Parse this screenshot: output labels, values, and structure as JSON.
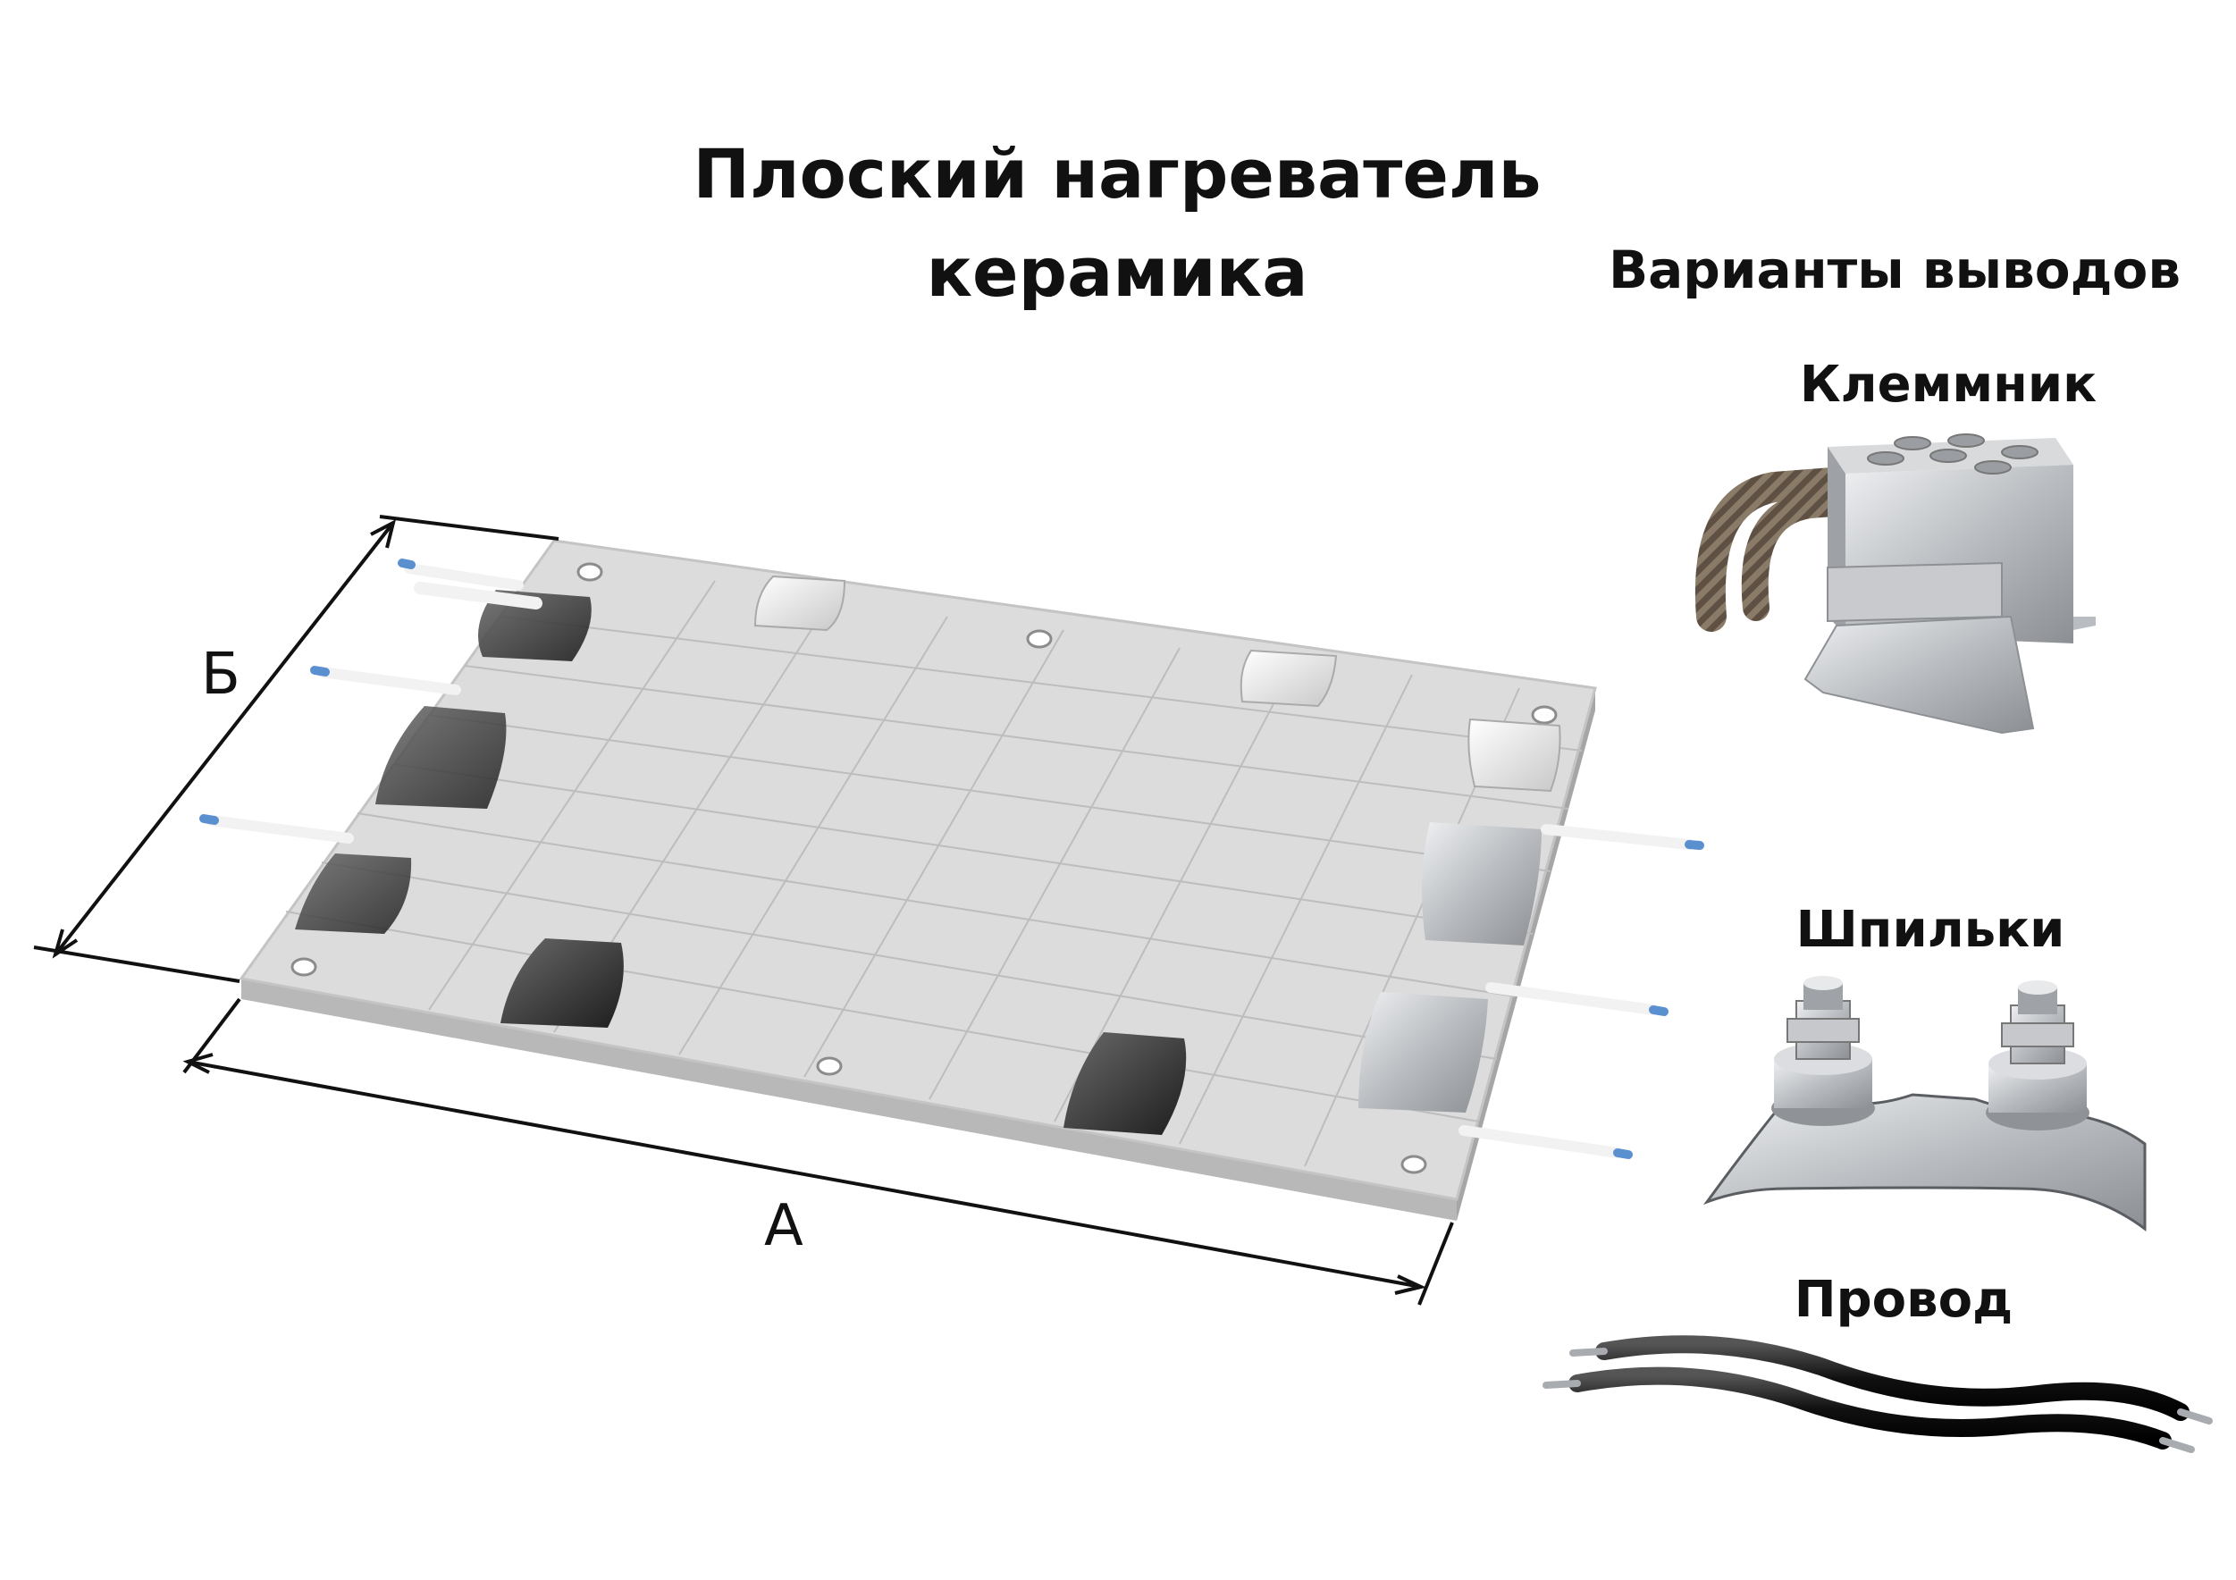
{
  "title": {
    "line1": "Плоский нагреватель",
    "line2": "керамика"
  },
  "variants_heading": "Варианты выводов",
  "variants": {
    "terminal_block": "Клеммник",
    "studs": "Шпильки",
    "wire": "Провод"
  },
  "dimensions": {
    "length_label": "А",
    "width_label": "Б"
  },
  "colors": {
    "plate": "#dcdcdc",
    "tile_line": "#bdbdbd",
    "pad_light": "#e9e9e9",
    "pad_dark": "#3a3a3a",
    "lead_tip": "#5a8fd0",
    "wire_insulation": "#1a1a1a",
    "braid": "#7a6a5a",
    "steel": "#b9bcc0"
  }
}
